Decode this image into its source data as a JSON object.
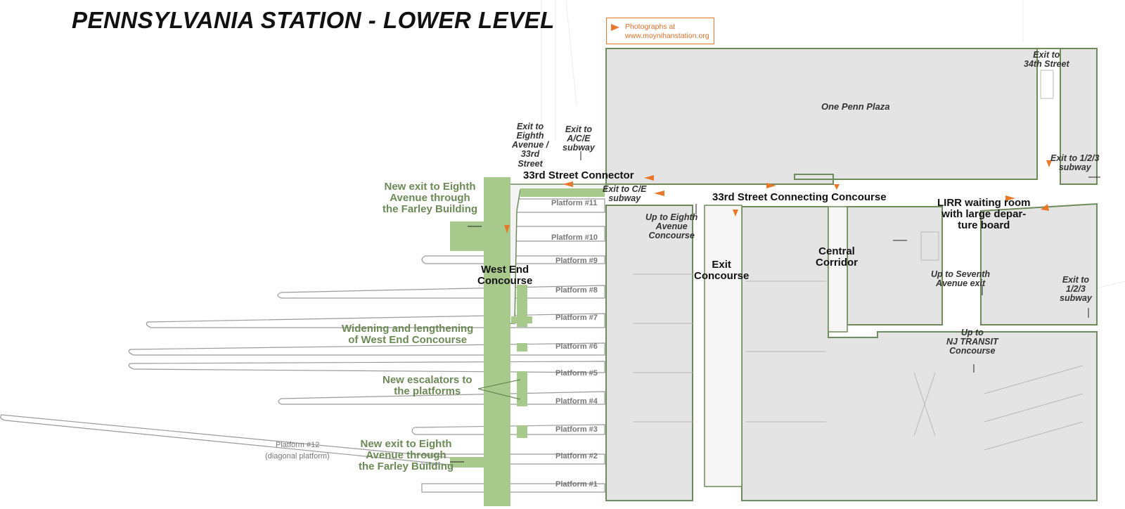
{
  "title": "PENNSYLVANIA STATION - LOWER LEVEL",
  "legend": {
    "icon": "orange-triangle-photo-marker",
    "text": "Photographs at\nwww.moynihanstation.org",
    "color": "#e8792b"
  },
  "colors": {
    "building_fill": "#e4e4e4",
    "building_stroke": "#6e8c5a",
    "proposed_green": "#a8c98c",
    "platform_outline": "#8c8c8c",
    "photo_marker": "#e8792b"
  },
  "areas": {
    "one_penn_plaza": "One Penn Plaza",
    "connector": "33rd Street Connector",
    "connecting_concourse": "33rd Street Connecting Concourse",
    "lirr_waiting_room": "LIRR waiting room\nwith large depar-\nture board",
    "west_end_concourse": "West End\nConcourse",
    "exit_concourse": "Exit\nConcourse",
    "central_corridor": "Central\nCorridor"
  },
  "exits": {
    "eighth_ave_33rd": "Exit to\nEighth\nAvenue /\n33rd\nStreet",
    "ace_subway": "Exit to\nA/C/E\nsubway",
    "ce_subway": "Exit to C/E\nsubway",
    "street_34th": "Exit to\n34th Street",
    "subway_123_top": "Exit to 1/2/3\nsubway",
    "subway_123_right": "Exit to\n1/2/3\nsubway",
    "eighth_ave_concourse": "Up to Eighth\nAvenue\nConcourse",
    "seventh_ave_exit": "Up to Seventh\nAvenue exit",
    "nj_transit": "Up to\nNJ TRANSIT\nConcourse"
  },
  "proposals": {
    "new_exit_top": "New exit to Eighth\nAvenue through\nthe Farley Building",
    "widening": "Widening and lengthening\nof West End Concourse",
    "escalators": "New escalators to\nthe platforms",
    "new_exit_bottom": "New exit to Eighth\nAvenue through\nthe Farley Building"
  },
  "platforms": [
    "Platform #11",
    "Platform #10",
    "Platform #9",
    "Platform #8",
    "Platform #7",
    "Platform #6",
    "Platform #5",
    "Platform #4",
    "Platform #3",
    "Platform #2",
    "Platform #1"
  ],
  "platform12": {
    "label": "Platform #12",
    "note": "(diagonal platform)"
  }
}
